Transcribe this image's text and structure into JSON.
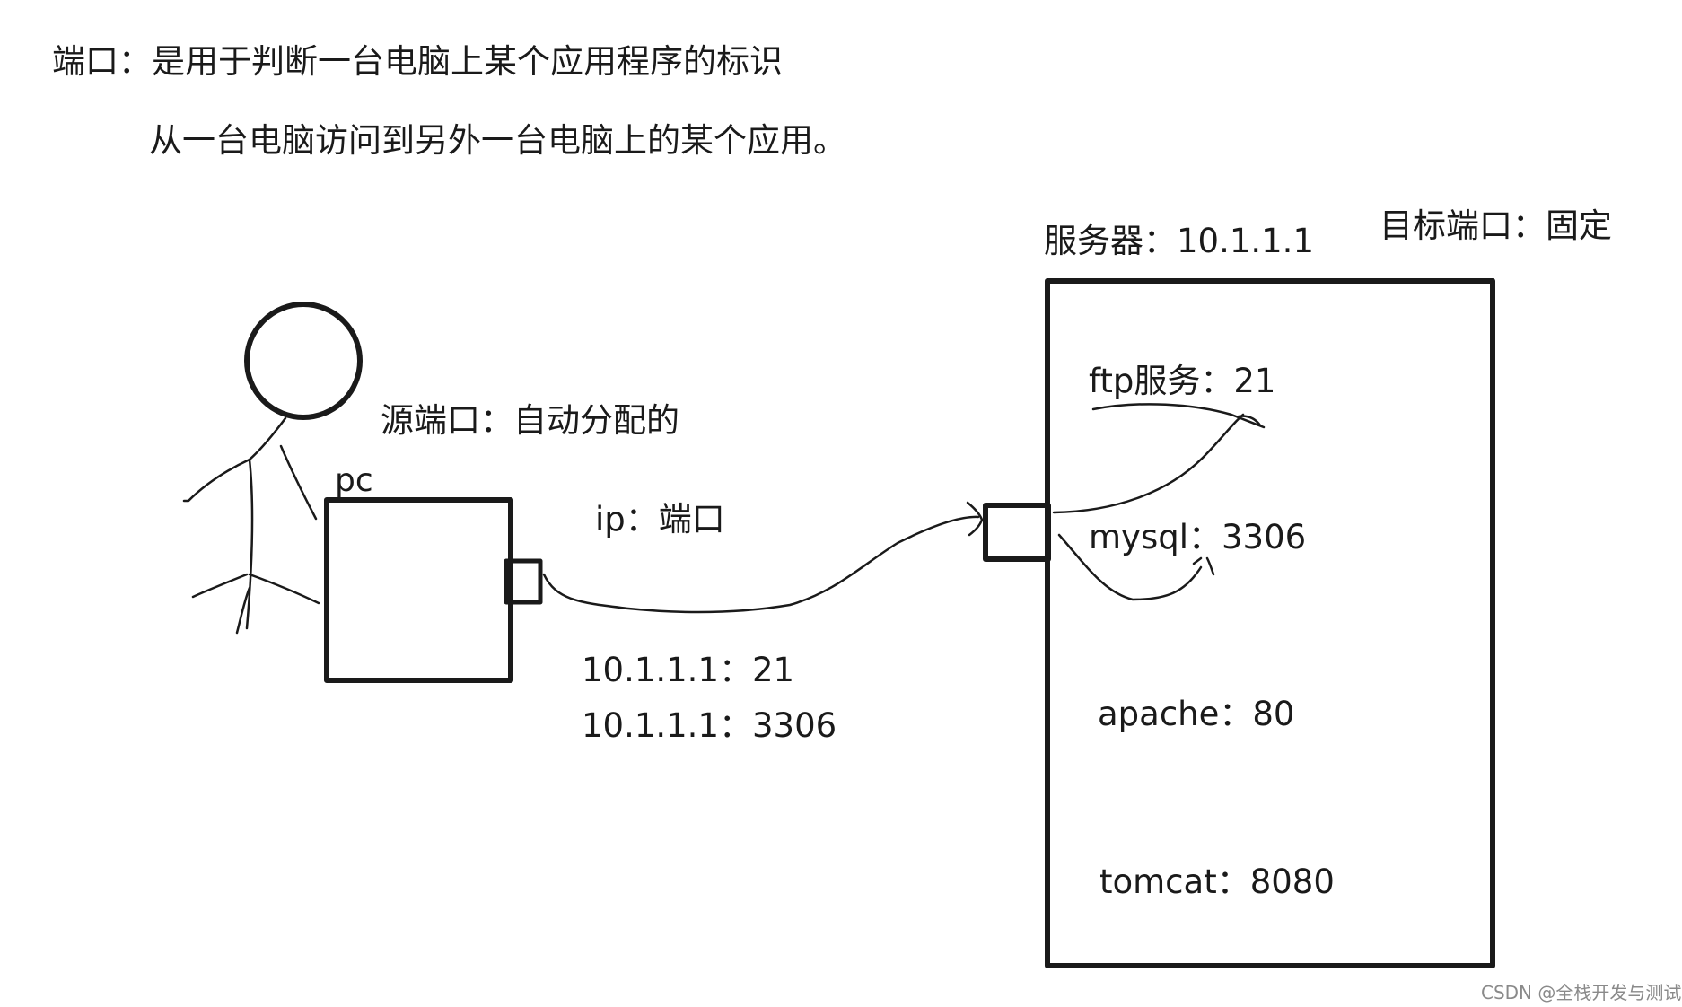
{
  "header": {
    "title": "端口：是用于判断一台电脑上某个应用程序的标识",
    "subtitle": "从一台电脑访问到另外一台电脑上的某个应用。"
  },
  "server": {
    "label": "服务器：10.1.1.1",
    "target_port_note": "目标端口：固定",
    "services": [
      {
        "text": "ftp服务：21"
      },
      {
        "text": "mysql：3306"
      },
      {
        "text": "apache：80"
      },
      {
        "text": "tomcat：8080"
      }
    ]
  },
  "client": {
    "source_port_note": "源端口：自动分配的",
    "pc_label": "pc"
  },
  "connection": {
    "label": "ip：端口",
    "addresses": [
      "10.1.1.1：21",
      "10.1.1.1：3306"
    ]
  },
  "watermark": "CSDN @全栈开发与测试",
  "colors": {
    "ink": "#1a1a1a",
    "watermark": "#8a8a8a",
    "background": "#ffffff"
  }
}
